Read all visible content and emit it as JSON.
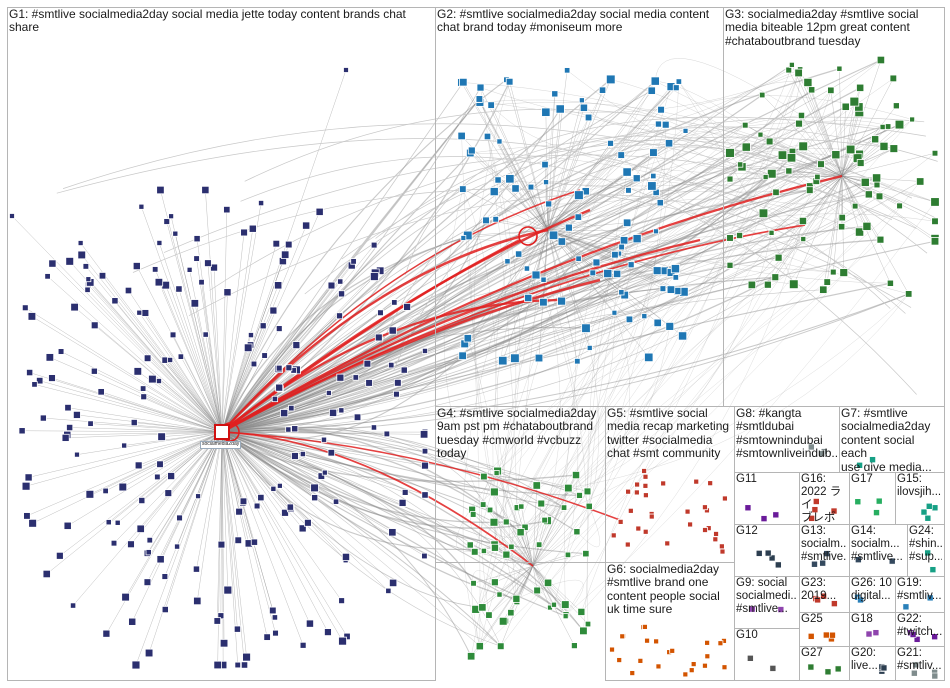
{
  "groups": [
    {
      "id": "G1",
      "label": "G1: #smtlive socialmedia2day social media jette today content brands chat\nshare",
      "hub": "socialmedia2day",
      "color": "#2b2f6f"
    },
    {
      "id": "G2",
      "label": "G2: #smtlive socialmedia2day social media content\nchat brand today #moniseum more",
      "color": "#1f77b4"
    },
    {
      "id": "G3",
      "label": "G3: socialmedia2day #smtlive social\nmedia biteable 12pm great content\n#chataboutbrand tuesday",
      "color": "#2e7d32"
    },
    {
      "id": "G4",
      "label": "G4: #smtlive socialmedia2day\n9am pst pm #chataboutbrand\ntuesday #cmworld #vcbuzz\ntoday",
      "color": "#2e8b3a"
    },
    {
      "id": "G5",
      "label": "G5: #smtlive social\nmedia recap marketing\ntwitter #socialmedia\nchat #smt community",
      "color": "#c0392b"
    },
    {
      "id": "G6",
      "label": "G6: socialmedia2day\n#smtlive brand one\ncontent people social\nuk time sure",
      "color": "#d35400"
    },
    {
      "id": "G7",
      "label": "G7: #smtlive\nsocialmedia2day\ncontent social each\nuse give media...",
      "color": "#16a085"
    },
    {
      "id": "G8",
      "label": "G8: #kangta\n#smtldubai\n#smtownindubai\n#smtownliveindub...",
      "color": "#7f8c8d"
    },
    {
      "id": "G9",
      "label": "G9: social\nsocialmedi...\n#smtlive...",
      "color": "#8e44ad"
    },
    {
      "id": "G10",
      "label": "G10",
      "color": "#555555"
    },
    {
      "id": "G11",
      "label": "G11",
      "color": "#6a1b9a"
    },
    {
      "id": "G12",
      "label": "G12",
      "color": "#2c3e50"
    },
    {
      "id": "G13",
      "label": "G13:\nsocialm...\n#smtlive...",
      "color": "#34495e"
    },
    {
      "id": "G14",
      "label": "G14:\nsocialm...\n#smtlive...",
      "color": "#34495e"
    },
    {
      "id": "G15",
      "label": "G15:\nilovsjih...",
      "color": "#16a085"
    },
    {
      "id": "G16",
      "label": "G16:\n2022 ライ\nブレポー...",
      "color": "#c0392b"
    },
    {
      "id": "G17",
      "label": "G17",
      "color": "#27ae60"
    },
    {
      "id": "G18",
      "label": "G18",
      "color": "#8e44ad"
    },
    {
      "id": "G19",
      "label": "G19:\n#smtliv...",
      "color": "#2980b9"
    },
    {
      "id": "G20",
      "label": "G20:\nlive...",
      "color": "#2c3e50"
    },
    {
      "id": "G21",
      "label": "G21:\n#smtliv...",
      "color": "#7f8c8d"
    },
    {
      "id": "G22",
      "label": "G22:\n#twitch...",
      "color": "#6a1b9a"
    },
    {
      "id": "G23",
      "label": "G23:\n2019...",
      "color": "#c0392b"
    },
    {
      "id": "G24",
      "label": "G24:\n#shin...\n#sup...",
      "color": "#16a085"
    },
    {
      "id": "G25",
      "label": "G25",
      "color": "#d35400"
    },
    {
      "id": "G26",
      "label": "G26: 10\ndigital...",
      "color": "#2980b9"
    },
    {
      "id": "G27",
      "label": "G27",
      "color": "#2e7d32"
    }
  ],
  "colors": {
    "edge": "#8a8a8a",
    "edge_light": "#c8c8c8",
    "edge_hub": "#e02020",
    "border": "#b5b5b5"
  }
}
